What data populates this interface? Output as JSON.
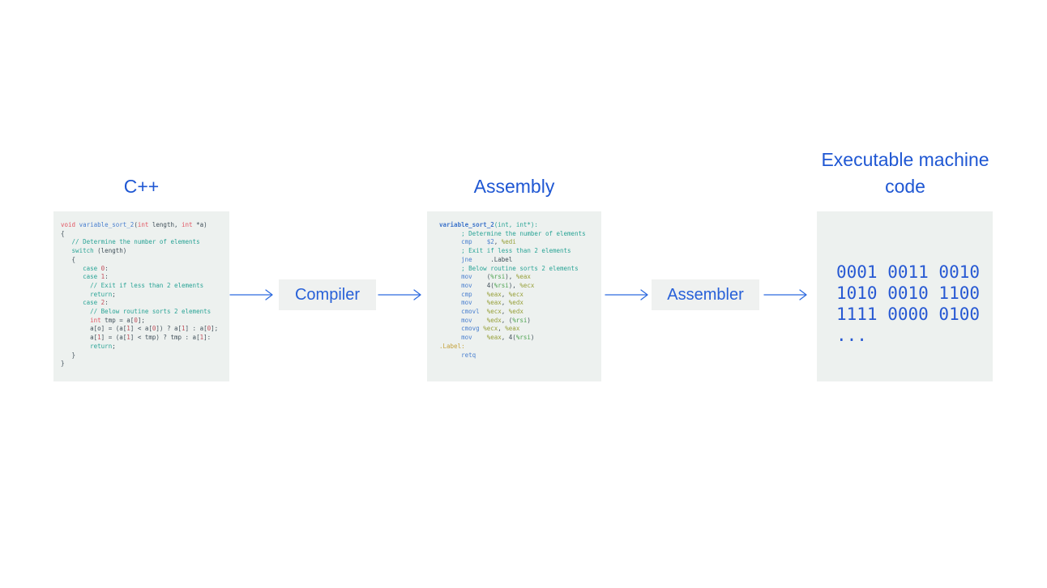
{
  "titles": {
    "cpp": "C++",
    "assembly": "Assembly",
    "machine": "Executable machine code"
  },
  "steps": {
    "compiler": "Compiler",
    "assembler": "Assembler"
  },
  "colors": {
    "title_blue": "#1f57d3",
    "arrow_blue": "#2e6bdf",
    "binary_blue": "#2759d3",
    "panel_background": "#edf1ef",
    "step_box_background": "#eff1f0",
    "comment_teal": "#2aa496",
    "keyword_red": "#e25562",
    "mnemonic_blue": "#4b80cf",
    "register_olive": "#98a13c",
    "register_green": "#4ea351",
    "label_yellow": "#c4a23d"
  },
  "cpp_code": {
    "lines": [
      [
        [
          "r",
          "void"
        ],
        [
          "d",
          " "
        ],
        [
          "b",
          "variable_sort_2"
        ],
        [
          "d",
          "("
        ],
        [
          "r",
          "int"
        ],
        [
          "d",
          " length, "
        ],
        [
          "r",
          "int"
        ],
        [
          "d",
          " *a)"
        ]
      ],
      [
        [
          "d",
          "{"
        ]
      ],
      [
        [
          "t",
          "   // Determine the number of elements"
        ]
      ],
      [
        [
          "t",
          "   switch"
        ],
        [
          "d",
          " (length)"
        ]
      ],
      [
        [
          "d",
          "   {"
        ]
      ],
      [
        [
          "t",
          "      case"
        ],
        [
          "d",
          " "
        ],
        [
          "n",
          "0"
        ],
        [
          "d",
          ":"
        ]
      ],
      [
        [
          "t",
          "      case"
        ],
        [
          "d",
          " "
        ],
        [
          "n",
          "1"
        ],
        [
          "d",
          ":"
        ]
      ],
      [
        [
          "t",
          "        // Exit if less than 2 elements"
        ]
      ],
      [
        [
          "t",
          "        return"
        ],
        [
          "d",
          ";"
        ]
      ],
      [
        [
          "t",
          "      case"
        ],
        [
          "d",
          " "
        ],
        [
          "n",
          "2"
        ],
        [
          "d",
          ":"
        ]
      ],
      [
        [
          "t",
          "        // Below routine sorts 2 elements"
        ]
      ],
      [
        [
          "d",
          "        "
        ],
        [
          "r",
          "int"
        ],
        [
          "d",
          " tmp = a["
        ],
        [
          "n",
          "0"
        ],
        [
          "d",
          "];"
        ]
      ],
      [
        [
          "d",
          "        a[o] = (a["
        ],
        [
          "n",
          "1"
        ],
        [
          "d",
          "] < a["
        ],
        [
          "n",
          "0"
        ],
        [
          "d",
          "]) ? a["
        ],
        [
          "n",
          "1"
        ],
        [
          "d",
          "] : a["
        ],
        [
          "n",
          "0"
        ],
        [
          "d",
          "];"
        ]
      ],
      [
        [
          "d",
          "        a["
        ],
        [
          "n",
          "1"
        ],
        [
          "d",
          "] = (a["
        ],
        [
          "n",
          "1"
        ],
        [
          "d",
          "] < tmp) ? tmp : a["
        ],
        [
          "n",
          "1"
        ],
        [
          "d",
          "]:"
        ]
      ],
      [
        [
          "t",
          "        return"
        ],
        [
          "d",
          ";"
        ]
      ],
      [
        [
          "d",
          "   }"
        ]
      ],
      [
        [
          "d",
          "}"
        ]
      ]
    ]
  },
  "asm_code": {
    "lines": [
      [
        [
          "bb",
          "variable_sort_2"
        ],
        [
          "t",
          "(int, int*):"
        ]
      ],
      [
        [
          "t",
          "      ; Determine the number of elements"
        ]
      ],
      [
        [
          "b",
          "      cmp"
        ],
        [
          "d",
          "    "
        ],
        [
          "b",
          "$2"
        ],
        [
          "d",
          ", "
        ],
        [
          "o",
          "%edi"
        ]
      ],
      [
        [
          "t",
          "      ; Exit if less than 2 elements"
        ]
      ],
      [
        [
          "b",
          "      jne"
        ],
        [
          "d",
          "     .Label"
        ]
      ],
      [
        [
          "t",
          "      ; Below routine sorts 2 elements"
        ]
      ],
      [
        [
          "b",
          "      mov"
        ],
        [
          "d",
          "    ("
        ],
        [
          "g",
          "%rsi"
        ],
        [
          "d",
          "), "
        ],
        [
          "o",
          "%eax"
        ]
      ],
      [
        [
          "b",
          "      mov"
        ],
        [
          "d",
          "    4("
        ],
        [
          "g",
          "%rsi"
        ],
        [
          "d",
          "), "
        ],
        [
          "o",
          "%ecx"
        ]
      ],
      [
        [
          "b",
          "      cmp"
        ],
        [
          "d",
          "    "
        ],
        [
          "o",
          "%eax"
        ],
        [
          "d",
          ", "
        ],
        [
          "o",
          "%ecx"
        ]
      ],
      [
        [
          "b",
          "      mov"
        ],
        [
          "d",
          "    "
        ],
        [
          "o",
          "%eax"
        ],
        [
          "d",
          ", "
        ],
        [
          "o",
          "%edx"
        ]
      ],
      [
        [
          "b",
          "      cmovl"
        ],
        [
          "d",
          "  "
        ],
        [
          "o",
          "%ecx"
        ],
        [
          "d",
          ", "
        ],
        [
          "o",
          "%edx"
        ]
      ],
      [
        [
          "b",
          "      mov"
        ],
        [
          "d",
          "    "
        ],
        [
          "o",
          "%edx"
        ],
        [
          "d",
          ", ("
        ],
        [
          "g",
          "%rsi"
        ],
        [
          "d",
          ")"
        ]
      ],
      [
        [
          "b",
          "      cmovg"
        ],
        [
          "d",
          " "
        ],
        [
          "o",
          "%ecx"
        ],
        [
          "d",
          ", "
        ],
        [
          "o",
          "%eax"
        ]
      ],
      [
        [
          "b",
          "      mov"
        ],
        [
          "d",
          "    "
        ],
        [
          "o",
          "%eax"
        ],
        [
          "d",
          ", 4("
        ],
        [
          "g",
          "%rsi"
        ],
        [
          "d",
          ")"
        ]
      ],
      [
        [
          "y",
          ".Label:"
        ]
      ],
      [
        [
          "b",
          "      retq"
        ]
      ]
    ]
  },
  "binary": {
    "lines": [
      "0001 0011 0010",
      "1010 0010 1100",
      "1111 0000 0100",
      "..."
    ]
  }
}
